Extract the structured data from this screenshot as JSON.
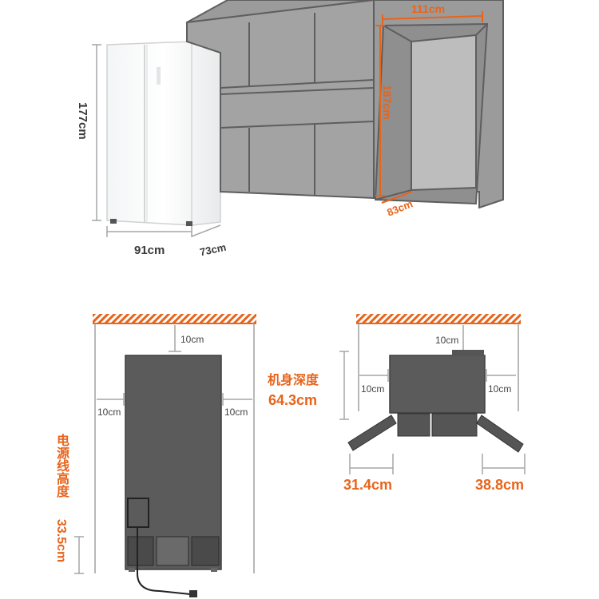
{
  "dimensions": {
    "fridge_width": "91cm",
    "fridge_height": "177cm",
    "fridge_depth": "73cm",
    "recess_width": "111cm",
    "recess_height": "187cm",
    "recess_depth": "83cm"
  },
  "clearance_front": {
    "top_gap": "10cm",
    "left_gap": "10cm",
    "right_gap": "10cm",
    "power_cord_height_label": "电源线高度",
    "power_cord_height_value": "33.5cm"
  },
  "clearance_top": {
    "top_gap": "10cm",
    "left_gap": "10cm",
    "right_gap": "10cm",
    "body_depth_label": "机身深度",
    "body_depth_value": "64.3cm",
    "left_door_swing": "31.4cm",
    "right_door_swing": "38.8cm"
  },
  "colors": {
    "accent": "#e8641b",
    "body": "#5a5a5a",
    "line": "#9a9a9a"
  }
}
